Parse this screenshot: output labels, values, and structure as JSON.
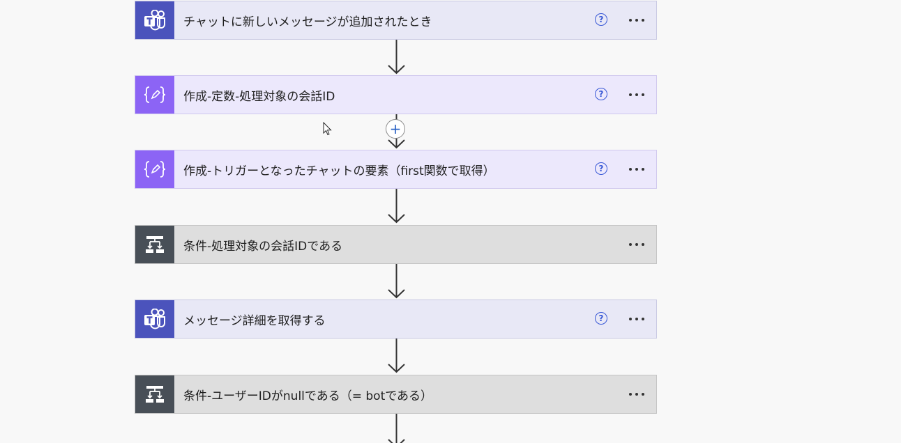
{
  "flow": {
    "steps": [
      {
        "kind": "teams",
        "title": "チャットに新しいメッセージが追加されたとき",
        "help": "?",
        "icon": "teams-icon"
      },
      {
        "kind": "compose",
        "title": "作成-定数-処理対象の会話ID",
        "help": "?",
        "icon": "compose-icon"
      },
      {
        "kind": "compose",
        "title": "作成-トリガーとなったチャットの要素（first関数で取得）",
        "help": "?",
        "icon": "compose-icon"
      },
      {
        "kind": "condition",
        "title": "条件-処理対象の会話IDである",
        "icon": "condition-icon"
      },
      {
        "kind": "teams",
        "title": "メッセージ詳細を取得する",
        "help": "?",
        "icon": "teams-icon"
      },
      {
        "kind": "condition",
        "title": "条件-ユーザーIDがnullである（= botである）",
        "icon": "condition-icon"
      }
    ],
    "add_button": "+"
  },
  "colors": {
    "teams": "#4b53bc",
    "compose": "#8c64f5",
    "condition": "#484f57",
    "help": "#3858d6",
    "background": "#f8f8f8"
  }
}
